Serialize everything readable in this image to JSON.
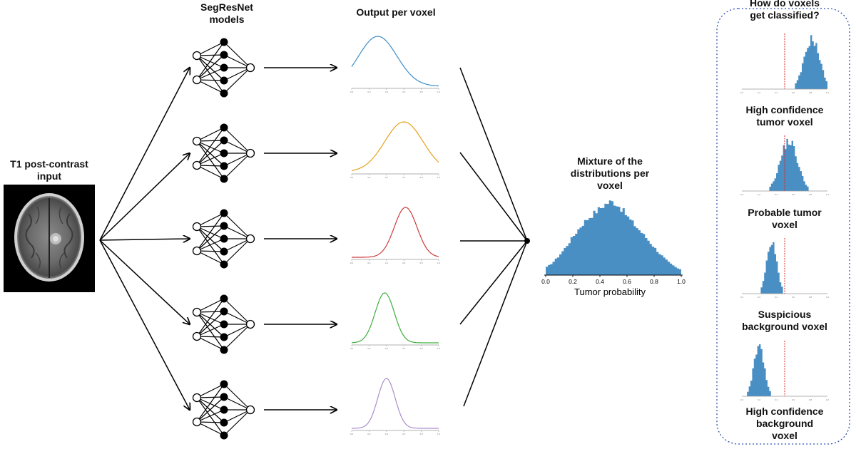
{
  "labels": {
    "input": "T1 post-contrast\ninput",
    "models": "SegResNet\nmodels",
    "output": "Output per voxel",
    "mixture": "Mixture of the\ndistributions per\nvoxel",
    "classify": "How do voxels\nget classified?"
  },
  "model_count": 5,
  "output_colors": [
    "#3d8fc8",
    "#e6a21d",
    "#cf3b3b",
    "#3caf3c",
    "#a98dcc"
  ],
  "output_peaks": [
    0.3,
    0.6,
    0.62,
    0.38,
    0.4
  ],
  "output_tick_labels": [
    "0.0",
    "0.2",
    "0.4",
    "0.6",
    "0.8",
    "1.0"
  ],
  "mixture_chart": {
    "type": "bar",
    "xlabel": "Tumor probability",
    "x_ticks": [
      "0.0",
      "0.2",
      "0.4",
      "0.6",
      "0.8",
      "1.0"
    ],
    "xlim": [
      0,
      1
    ],
    "color": "#4a8fc4"
  },
  "classification": {
    "threshold_color": "#d62728",
    "hist_color": "#4a8fc4",
    "categories": [
      {
        "label": "High confidence\ntumor voxel",
        "center": 0.82
      },
      {
        "label": "Probable tumor\nvoxel",
        "center": 0.55
      },
      {
        "label": "Suspicious\nbackground voxel",
        "center": 0.35
      },
      {
        "label": "High confidence\nbackground\nvoxel",
        "center": 0.2
      }
    ]
  }
}
